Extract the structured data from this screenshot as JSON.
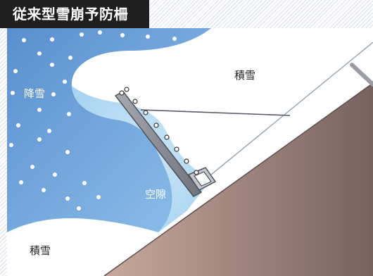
{
  "title": "従来型雪崩予防柵",
  "labels": {
    "snowfall": "降雪",
    "snowpack_upper": "積雪",
    "gap": "空隙",
    "snowpack_lower": "積雪"
  },
  "colors": {
    "title_bg": "#1f1f1f",
    "sky": "#6d9fd6",
    "snow_drift": "#d6ecf8",
    "ground_light": "#c7a497",
    "ground_dark": "#7a6560",
    "fence": "#8b8e95"
  }
}
